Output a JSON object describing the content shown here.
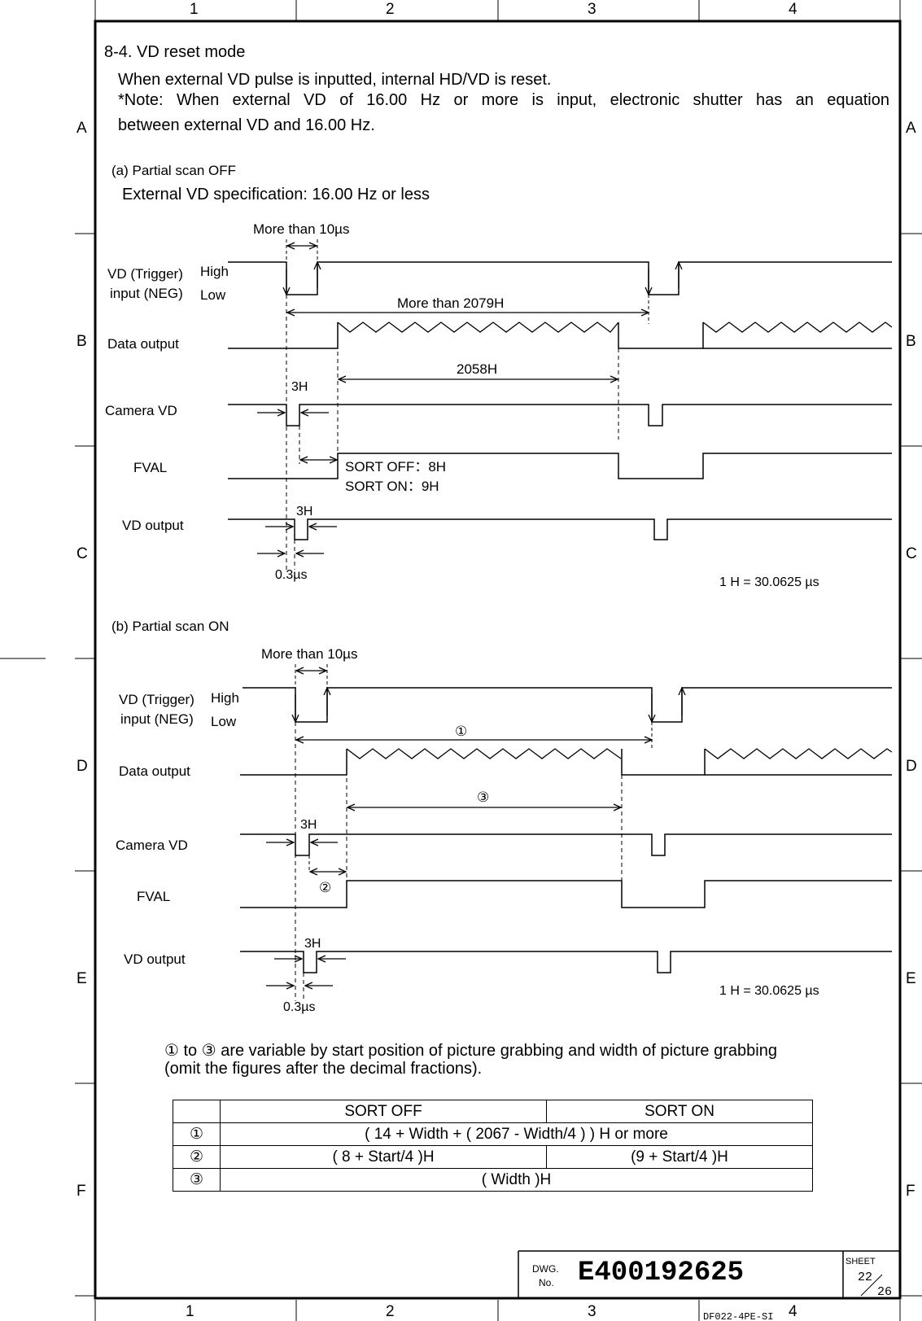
{
  "frame": {
    "column_labels": [
      "1",
      "2",
      "3",
      "4"
    ],
    "row_labels": [
      "A",
      "B",
      "C",
      "D",
      "E",
      "F"
    ]
  },
  "section": {
    "heading": "8-4. VD reset mode",
    "line1": "When external VD pulse is inputted, internal HD/VD is reset.",
    "note_line1": "*Note: When external VD of 16.00 Hz or more is input, electronic shutter has an equation",
    "note_line2": "between external VD and 16.00 Hz."
  },
  "diagram_a": {
    "title": "(a)  Partial scan OFF",
    "spec": "External VD specification: 16.00 Hz or less",
    "signals": [
      "VD (Trigger)",
      "input (NEG)",
      "Data output",
      "Camera VD",
      "FVAL",
      "VD output"
    ],
    "levels": [
      "High",
      "Low"
    ],
    "labels": {
      "min_pulse": "More than 10µs",
      "period": "More than 2079H",
      "data_len": "2058H",
      "camvd_width": "3H",
      "sort_off": "SORT OFF：8H",
      "sort_on": "SORT ON：9H",
      "vdout_width": "3H",
      "delay": "0.3µs",
      "h_def": "1 H = 30.0625 µs"
    }
  },
  "diagram_b": {
    "title": "(b) Partial scan ON",
    "signals": [
      "VD (Trigger)",
      "input (NEG)",
      "Data output",
      "Camera VD",
      "FVAL",
      "VD output"
    ],
    "levels": [
      "High",
      "Low"
    ],
    "labels": {
      "min_pulse": "More than 10µs",
      "period": "①",
      "data_len": "③",
      "camvd_width": "3H",
      "fval_delay": "②",
      "vdout_width": "3H",
      "delay": "0.3µs",
      "h_def": "1 H = 30.0625 µs"
    }
  },
  "footnote": {
    "line1": "① to ③ are variable by start position of picture grabbing and width of picture grabbing",
    "line2": "(omit the figures after the decimal fractions)."
  },
  "table": {
    "headers": [
      "",
      "SORT OFF",
      "SORT ON"
    ],
    "rows": [
      {
        "id": "①",
        "merged": "( 14 + Width + ( 2067 - Width/4 ) ) H   or more"
      },
      {
        "id": "②",
        "sort_off": "( 8 + Start/4 )H",
        "sort_on": "(9 + Start/4 )H"
      },
      {
        "id": "③",
        "merged": "(   Width   )H"
      }
    ]
  },
  "title_block": {
    "dwg_label_1": "DWG.",
    "dwg_label_2": "No.",
    "drawing_number": "E400192625",
    "sheet_label": "SHEET",
    "sheet_number": "22",
    "sheet_total": "26",
    "form_code": "DF022-4PE-SI"
  }
}
